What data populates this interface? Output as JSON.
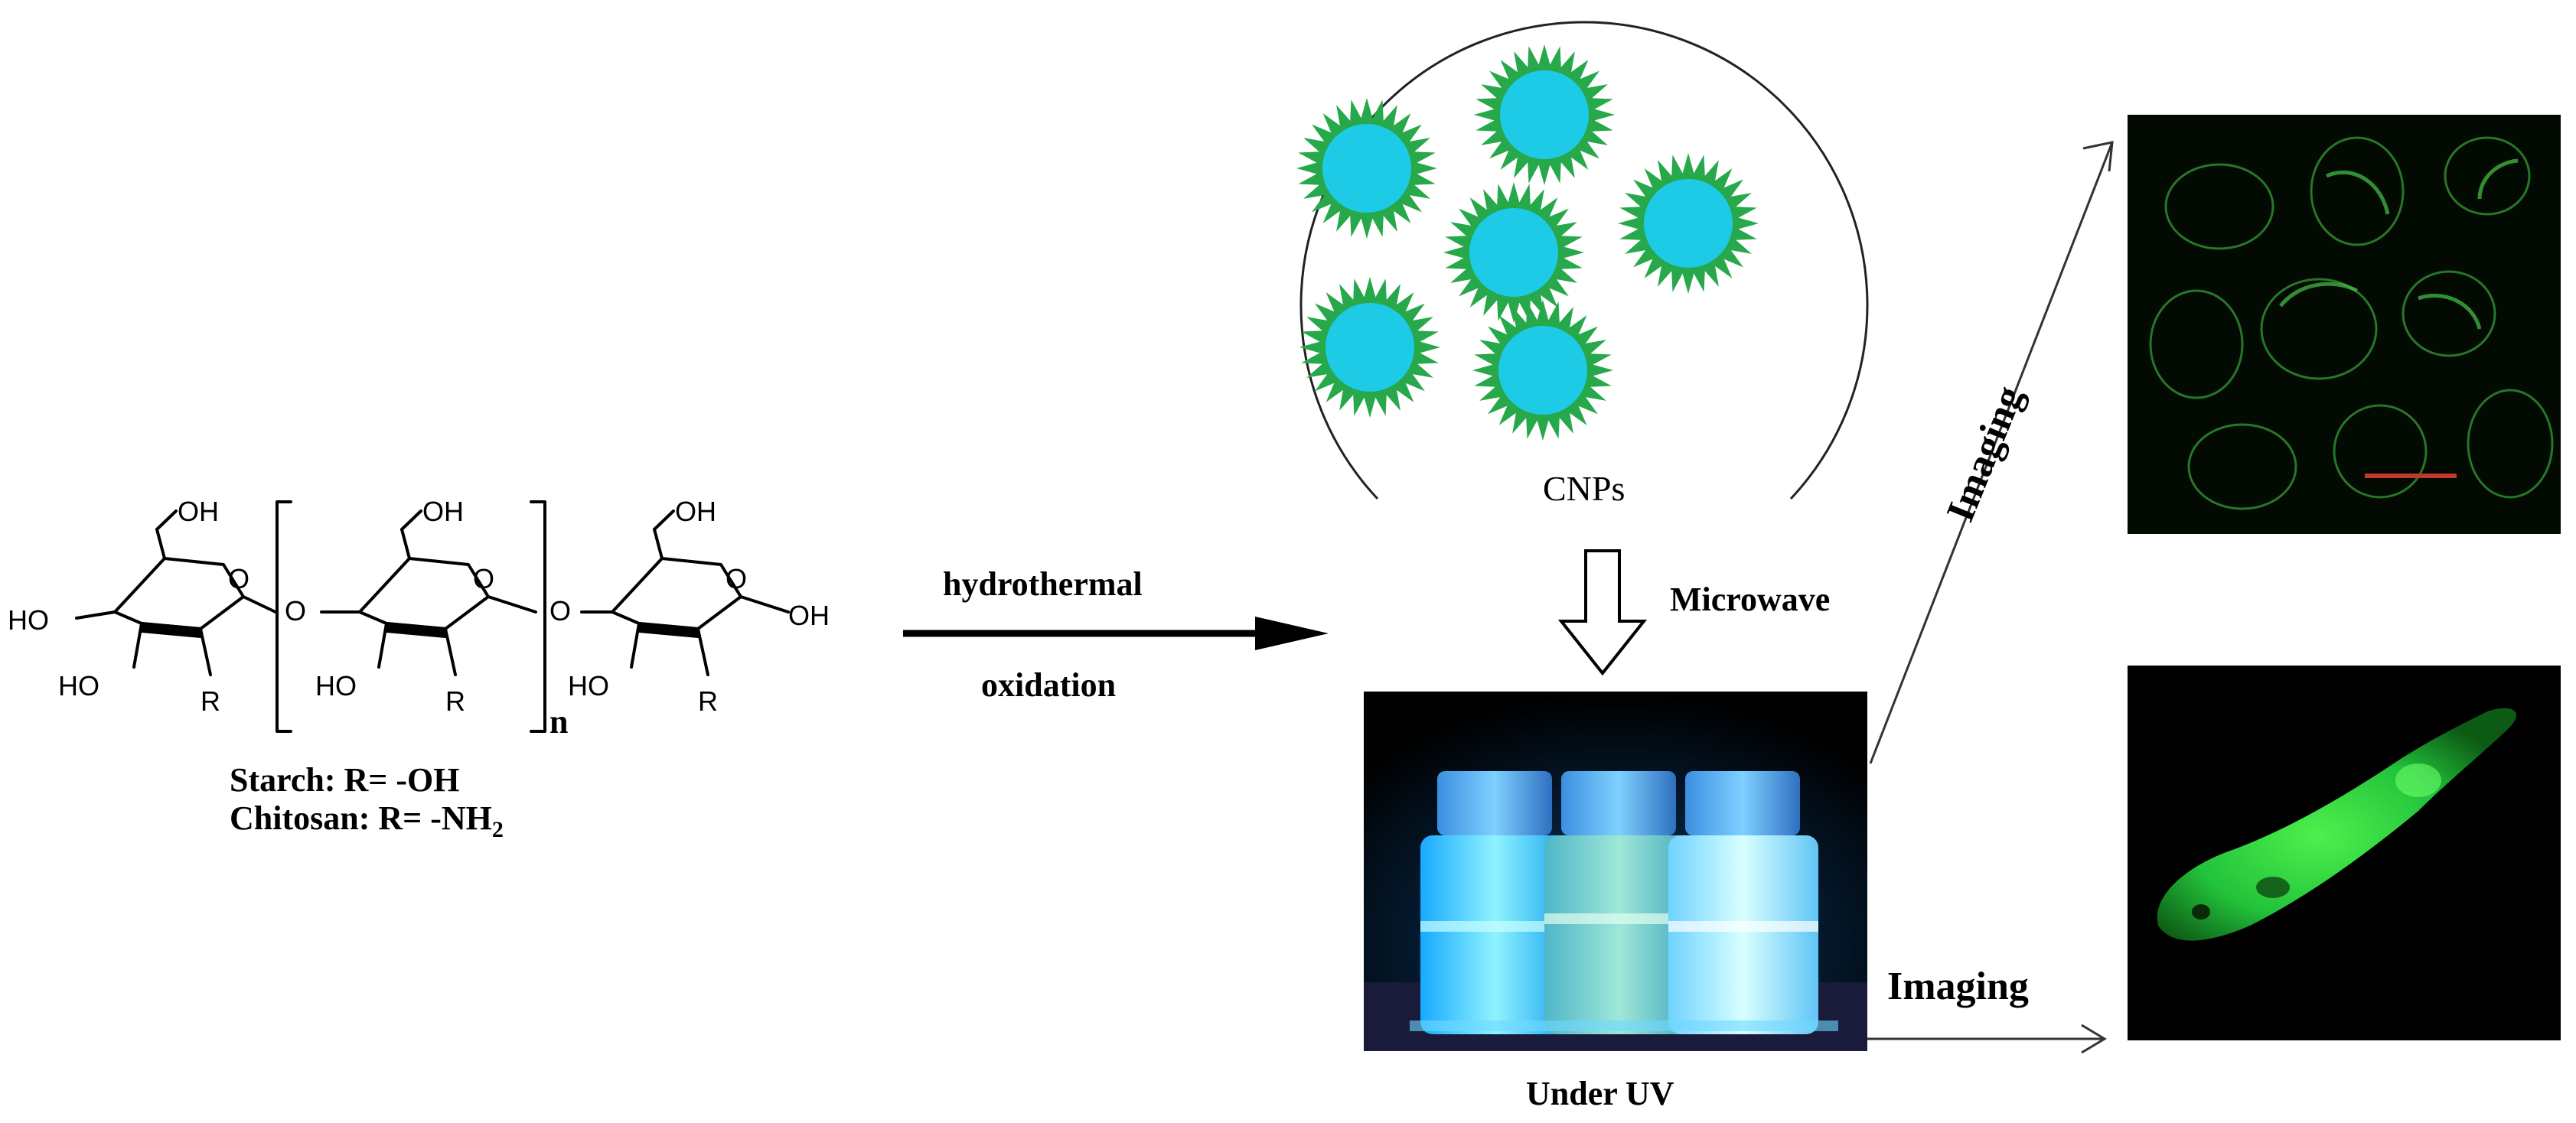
{
  "molecule": {
    "oh_labels": [
      "OH",
      "HO",
      "HO",
      "R",
      "O",
      "OH",
      "HO",
      "R",
      "O",
      "OH",
      "HO",
      "R",
      "O",
      "OH"
    ],
    "bridge_o": "O",
    "repeat_subscript": "n",
    "substituents": [
      {
        "name": "Starch:",
        "formula": "R= -OH"
      },
      {
        "name": "Chitosan:",
        "formula": "R= -NH",
        "subscript": "2"
      }
    ]
  },
  "reaction": {
    "top_label": "hydrothermal",
    "bottom_label": "oxidation"
  },
  "nanoparticles": {
    "label": "CNPs",
    "particle_count": 6,
    "core_color": "#1ecbe6",
    "corona_color": "#27a84a"
  },
  "synthesis_step": {
    "label": "Microwave"
  },
  "vials_photo": {
    "caption": "Under UV",
    "vial_count": 3
  },
  "imaging": {
    "label_cells": "Imaging",
    "label_fish": "Imaging",
    "fluorescence_color": "#22c23a",
    "scale_bar_color": "#c0392b"
  }
}
